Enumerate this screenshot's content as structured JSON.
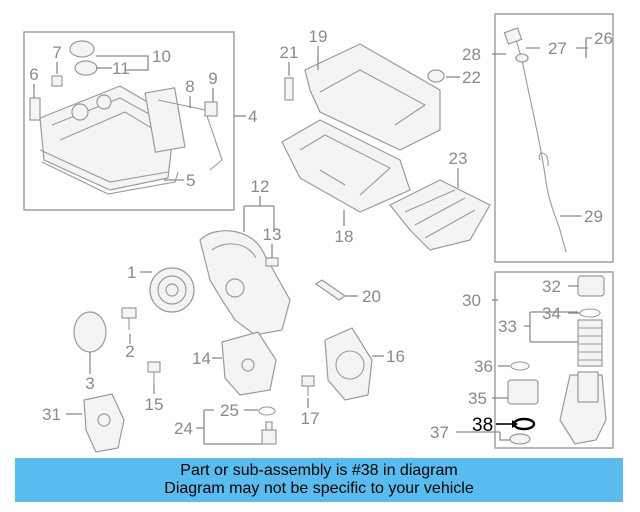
{
  "callouts": {
    "c1": "1",
    "c2": "2",
    "c3": "3",
    "c4": "4",
    "c5": "5",
    "c6": "6",
    "c7": "7",
    "c8": "8",
    "c9": "9",
    "c10": "10",
    "c11": "11",
    "c12": "12",
    "c13": "13",
    "c14": "14",
    "c15": "15",
    "c16": "16",
    "c17": "17",
    "c18": "18",
    "c19": "19",
    "c20": "20",
    "c21": "21",
    "c22": "22",
    "c23": "23",
    "c24": "24",
    "c25": "25",
    "c26": "26",
    "c27": "27",
    "c28": "28",
    "c29": "29",
    "c30": "30",
    "c31": "31",
    "c32": "32",
    "c33": "33",
    "c34": "34",
    "c35": "35",
    "c36": "36",
    "c37": "37",
    "c38": "38"
  },
  "highlight_part": "38",
  "banner": {
    "line1": "Part or sub-assembly is #38 in diagram",
    "line2": "Diagram may not be specific to your vehicle"
  },
  "colors": {
    "banner_bg": "#58bcee",
    "highlight": "#000000",
    "callout": "#8a8a8a"
  }
}
